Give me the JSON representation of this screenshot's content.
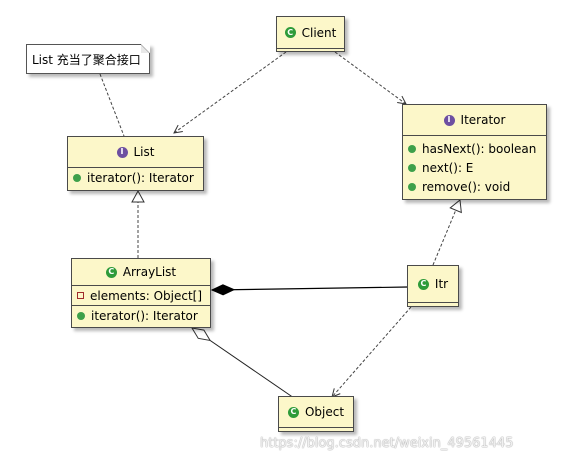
{
  "note": {
    "text": "List 充当了聚合接口"
  },
  "classes": {
    "client": {
      "name": "Client",
      "kind": "class"
    },
    "list": {
      "name": "List",
      "kind": "interface",
      "methods": [
        "iterator(): Iterator"
      ]
    },
    "iterator": {
      "name": "Iterator",
      "kind": "interface",
      "methods": [
        "hasNext(): boolean",
        "next(): E",
        "remove(): void"
      ]
    },
    "arraylist": {
      "name": "ArrayList",
      "kind": "class",
      "fields": [
        "elements: Object[]"
      ],
      "methods": [
        "iterator(): Iterator"
      ]
    },
    "itr": {
      "name": "Itr",
      "kind": "class"
    },
    "object": {
      "name": "Object",
      "kind": "class"
    }
  },
  "badges": {
    "class": "C",
    "interface": "I"
  },
  "colors": {
    "class_fill": "#fcf7c9",
    "class_icon": "#2e9b3a",
    "interface_icon": "#6d4fa1",
    "method_dot": "#3ea04a"
  },
  "relations": [
    {
      "from": "Client",
      "to": "List",
      "type": "dependency"
    },
    {
      "from": "Client",
      "to": "Iterator",
      "type": "dependency"
    },
    {
      "from": "ArrayList",
      "to": "List",
      "type": "realization"
    },
    {
      "from": "Itr",
      "to": "Iterator",
      "type": "realization"
    },
    {
      "from": "ArrayList",
      "to": "Itr",
      "type": "composition"
    },
    {
      "from": "ArrayList",
      "to": "Object",
      "type": "aggregation"
    },
    {
      "from": "Itr",
      "to": "Object",
      "type": "dependency"
    },
    {
      "from": "note",
      "to": "List",
      "type": "note-link"
    }
  ],
  "watermark": "https://blog.csdn.net/weixin_49561445"
}
